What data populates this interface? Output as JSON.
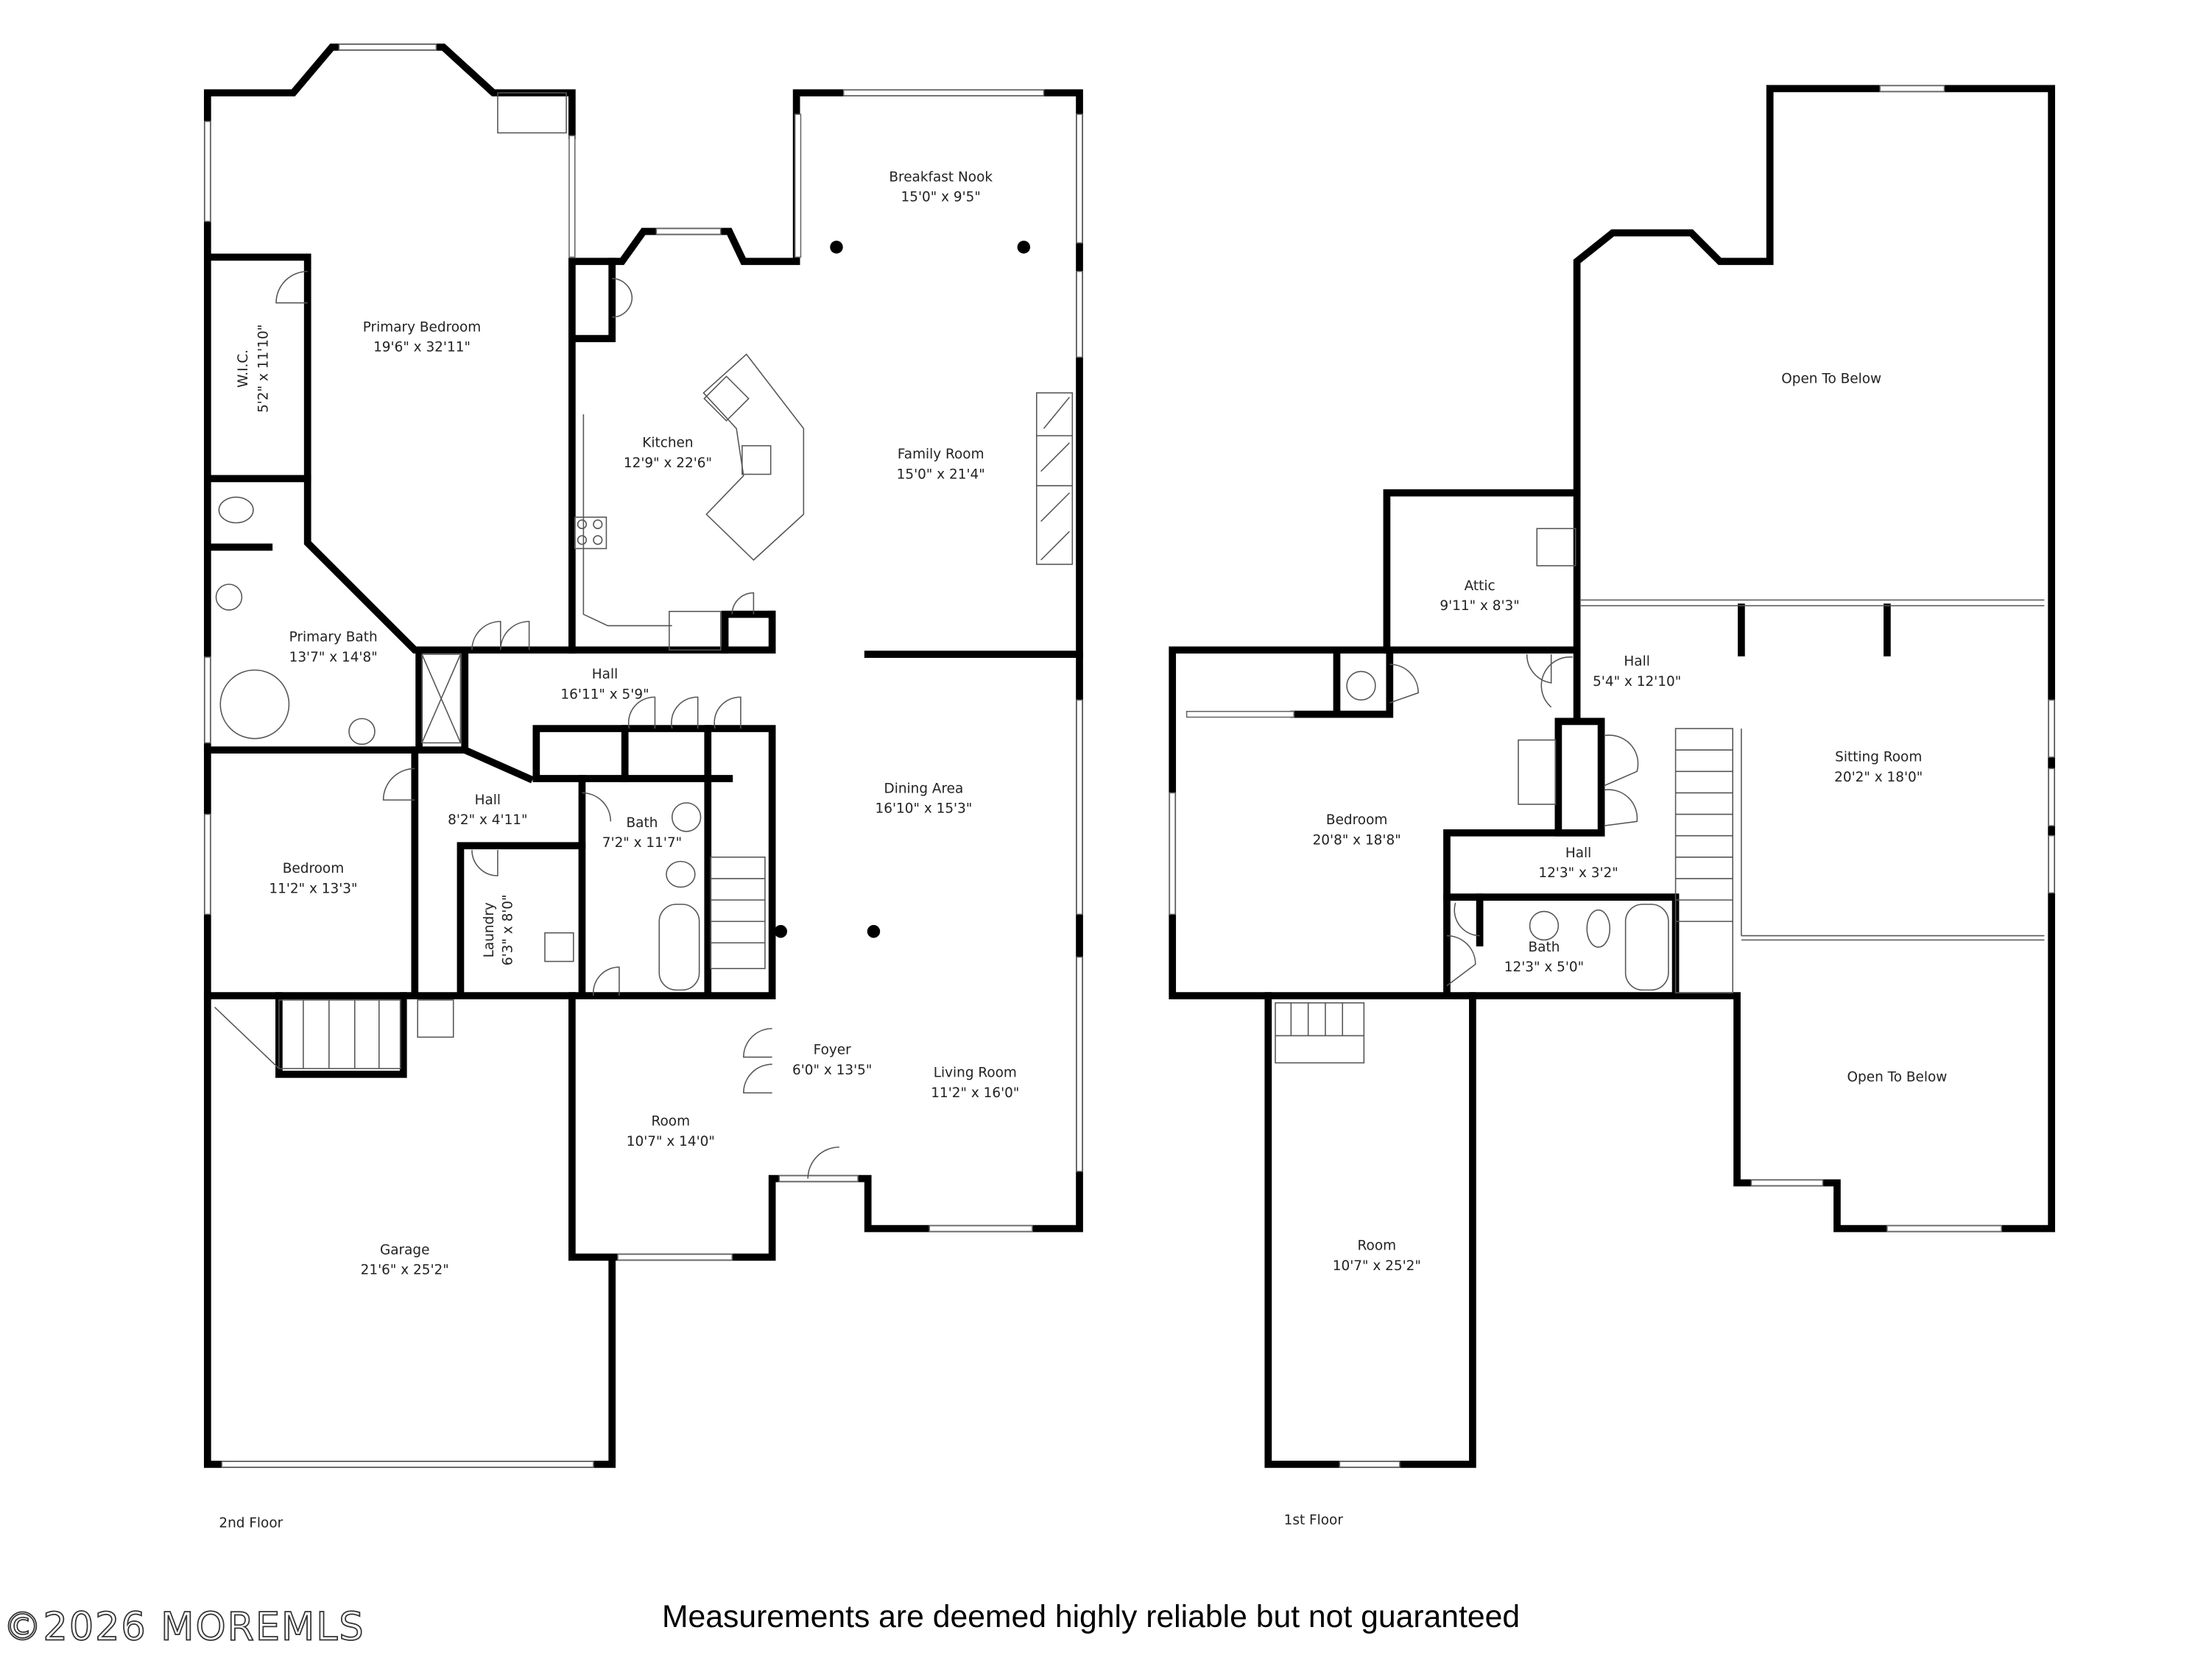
{
  "floors": {
    "left": {
      "label": "2nd Floor",
      "rooms": [
        {
          "name": "Primary Bedroom",
          "dim": "19'6\" x 32'11\""
        },
        {
          "name": "W.I.C.",
          "dim": "5'2\" x 11'10\""
        },
        {
          "name": "Kitchen",
          "dim": "12'9\" x 22'6\""
        },
        {
          "name": "Breakfast Nook",
          "dim": "15'0\" x 9'5\""
        },
        {
          "name": "Family Room",
          "dim": "15'0\" x 21'4\""
        },
        {
          "name": "Primary Bath",
          "dim": "13'7\" x 14'8\""
        },
        {
          "name": "Hall",
          "dim": "16'11\" x 5'9\""
        },
        {
          "name": "Hall",
          "dim": "8'2\" x 4'11\""
        },
        {
          "name": "Bath",
          "dim": "7'2\" x 11'7\""
        },
        {
          "name": "Dining Area",
          "dim": "16'10\" x 15'3\""
        },
        {
          "name": "Bedroom",
          "dim": "11'2\" x 13'3\""
        },
        {
          "name": "Laundry",
          "dim": "6'3\" x 8'0\""
        },
        {
          "name": "Foyer",
          "dim": "6'0\" x 13'5\""
        },
        {
          "name": "Living Room",
          "dim": "11'2\" x 16'0\""
        },
        {
          "name": "Room",
          "dim": "10'7\" x 14'0\""
        },
        {
          "name": "Garage",
          "dim": "21'6\" x 25'2\""
        }
      ]
    },
    "right": {
      "label": "1st Floor",
      "rooms": [
        {
          "name": "Open To Below",
          "dim": ""
        },
        {
          "name": "Attic",
          "dim": "9'11\" x 8'3\""
        },
        {
          "name": "Hall",
          "dim": "5'4\" x 12'10\""
        },
        {
          "name": "Sitting Room",
          "dim": "20'2\" x 18'0\""
        },
        {
          "name": "Bedroom",
          "dim": "20'8\" x 18'8\""
        },
        {
          "name": "Hall",
          "dim": "12'3\" x 3'2\""
        },
        {
          "name": "Bath",
          "dim": "12'3\" x 5'0\""
        },
        {
          "name": "Open To Below",
          "dim": ""
        },
        {
          "name": "Room",
          "dim": "10'7\" x 25'2\""
        }
      ]
    }
  },
  "disclaimer": "Measurements are deemed highly reliable but not guaranteed",
  "watermark": "©2026 MOREMLS"
}
